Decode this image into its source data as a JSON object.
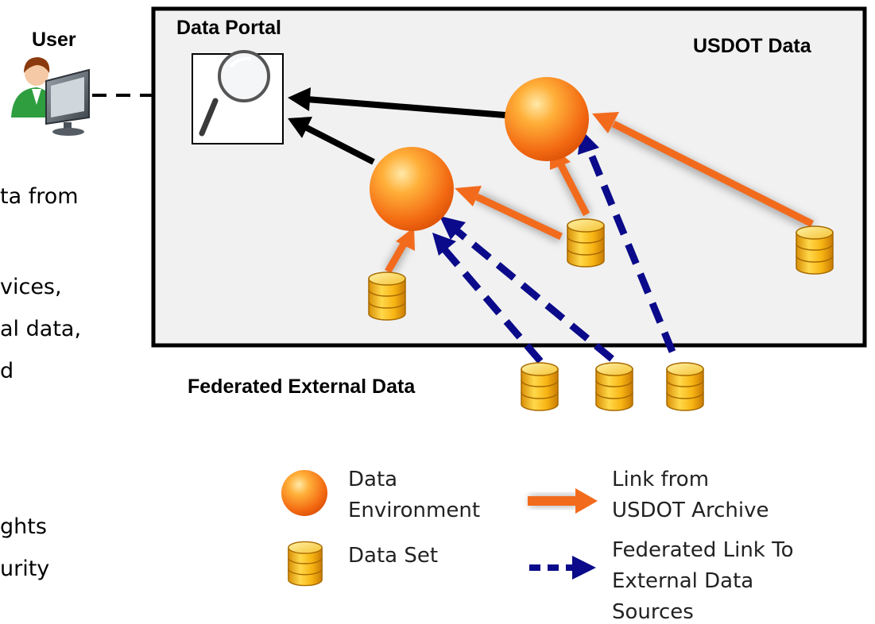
{
  "diagram": {
    "user_label": "User",
    "portal_label": "Data Portal",
    "usdot_label": "USDOT Data",
    "federated_label": "Federated External Data",
    "side_text": [
      "ta from",
      "vices,",
      "al data,",
      "d",
      "ghts",
      "urity"
    ]
  },
  "legend": {
    "environment_label": [
      "Data",
      "Environment"
    ],
    "dataset_label": "Data Set",
    "usdot_link_label": [
      "Link from",
      "USDOT Archive"
    ],
    "federated_link_label": [
      "Federated Link To",
      "External Data",
      "Sources"
    ]
  },
  "colors": {
    "orange": "#f26b1d",
    "navy": "#0a0a8a",
    "box_fill": "#f1f1f1",
    "gold": "#f0b81e"
  }
}
